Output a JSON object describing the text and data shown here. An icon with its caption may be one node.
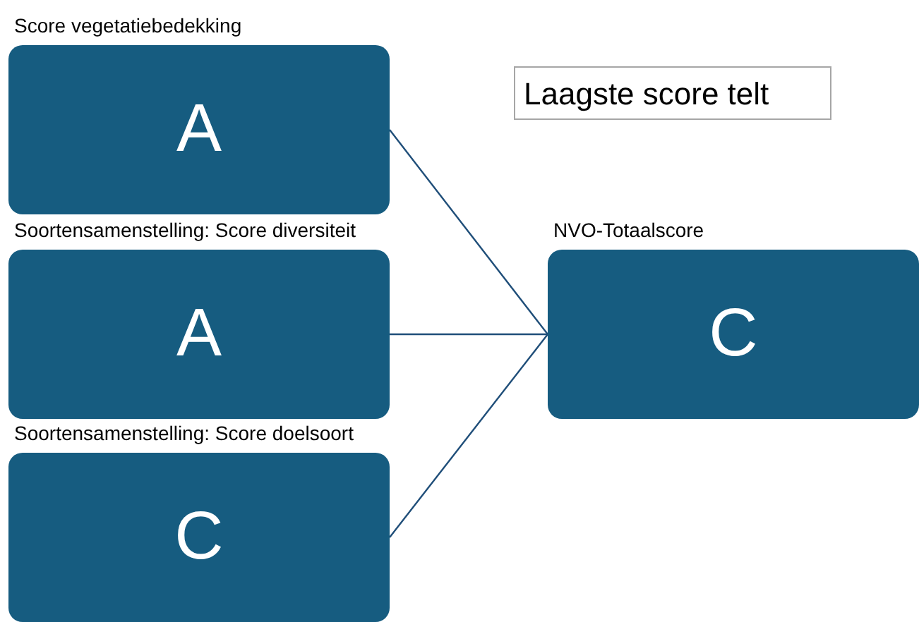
{
  "diagram": {
    "nodes": [
      {
        "text": [
          "Score vegetatiebedekking",
          "A"
        ]
      },
      {
        "text": [
          "Soortensamenstelling: Score diversiteit",
          "A"
        ]
      },
      {
        "text": [
          "Soortensamenstelling: Score doelsoort",
          "C"
        ]
      },
      {
        "text": [
          "NVO-Totaalscore",
          "C"
        ]
      },
      {
        "text": [
          "Laagste score telt"
        ]
      }
    ],
    "edges": [
      {
        "from": 0,
        "to": 3,
        "arrow": "none"
      },
      {
        "from": 1,
        "to": 3,
        "arrow": "none"
      },
      {
        "from": 2,
        "to": 3,
        "arrow": "none"
      }
    ]
  }
}
